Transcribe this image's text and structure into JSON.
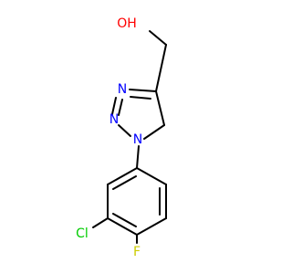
{
  "molecule": {
    "atoms": {
      "oh": {
        "text": "OH",
        "color": "#ff0000"
      },
      "n3": {
        "text": "N",
        "color": "#0000ff"
      },
      "n2": {
        "text": "N",
        "color": "#0000ff"
      },
      "n1": {
        "text": "N",
        "color": "#0000ff"
      },
      "cl": {
        "text": "Cl",
        "color": "#00cc00"
      },
      "f": {
        "text": "F",
        "color": "#cccc00"
      }
    }
  }
}
